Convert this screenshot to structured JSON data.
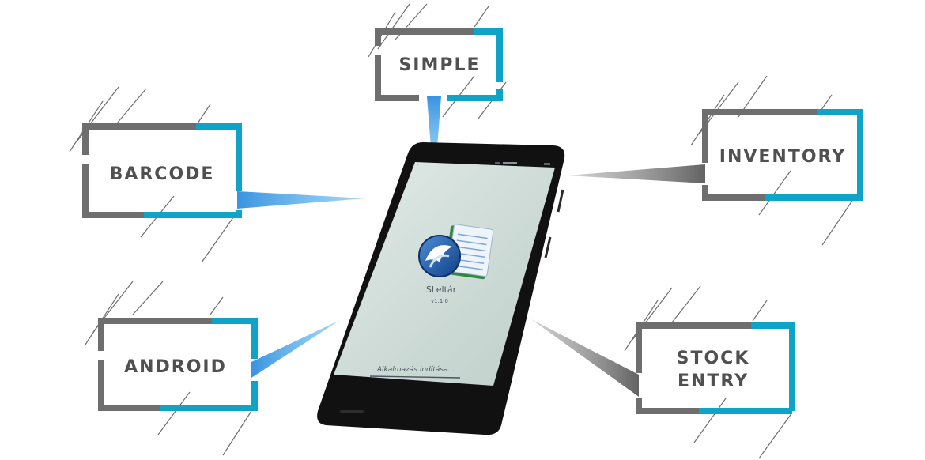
{
  "labels": {
    "simple": "SIMPLE",
    "barcode": "BARCODE",
    "inventory": "INVENTORY",
    "android": "ANDROID",
    "stock_line1": "STOCK",
    "stock_line2": "ENTRY"
  },
  "phone": {
    "app_name": "SLeltár",
    "app_version": "v1.1.0",
    "loading_text": "Alkalmazás indítása...",
    "logo_icon": "sleltar-app-logo-icon",
    "status_bar_icons": [
      "signal-icon",
      "wifi-icon",
      "battery-icon"
    ]
  },
  "colors": {
    "frame_gray": "#6e6e6e",
    "frame_cyan": "#0fa3c8",
    "pointer_blue": "#3aa0e8",
    "pointer_gray": "#707070",
    "screen_bg": "#cfdbd7",
    "phone_body": "#111111"
  }
}
